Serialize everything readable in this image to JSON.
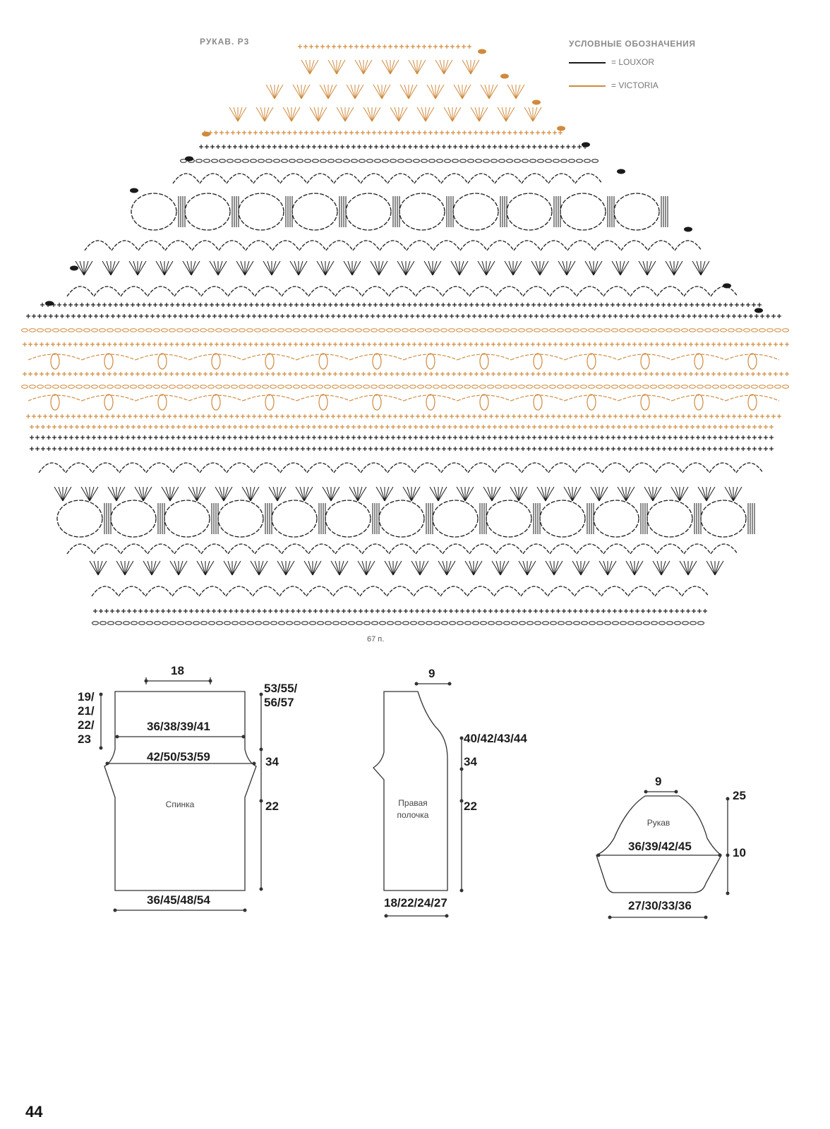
{
  "chart": {
    "title": "РУКАВ. Р3",
    "stitch_count": "67 п."
  },
  "legend": {
    "title": "УСЛОВНЫЕ ОБОЗНАЧЕНИЯ",
    "items": [
      {
        "label": "= LOUXOR",
        "color": "#1a1a1a"
      },
      {
        "label": "= VICTORIA",
        "color": "#d08a3c"
      }
    ]
  },
  "pieces": {
    "back": {
      "label": "Спинка",
      "dims": {
        "neck": "18",
        "left_height": "19/\n21/\n22/\n23",
        "shoulder": "36/38/39/41",
        "bust": "42/50/53/59",
        "total_height": "53/55/\n56/57",
        "armhole": "34",
        "side": "22",
        "hem": "36/45/48/54"
      }
    },
    "front": {
      "label": "Правая\nполочка",
      "dims": {
        "neck": "9",
        "total_height": "40/42/43/44",
        "armhole": "34",
        "side": "22",
        "hem": "18/22/24/27"
      }
    },
    "sleeve": {
      "label": "Рукав",
      "dims": {
        "top": "9",
        "total_height": "25",
        "cap": "10",
        "width": "36/39/42/45",
        "cuff": "27/30/33/36"
      }
    }
  },
  "page_number": "44"
}
